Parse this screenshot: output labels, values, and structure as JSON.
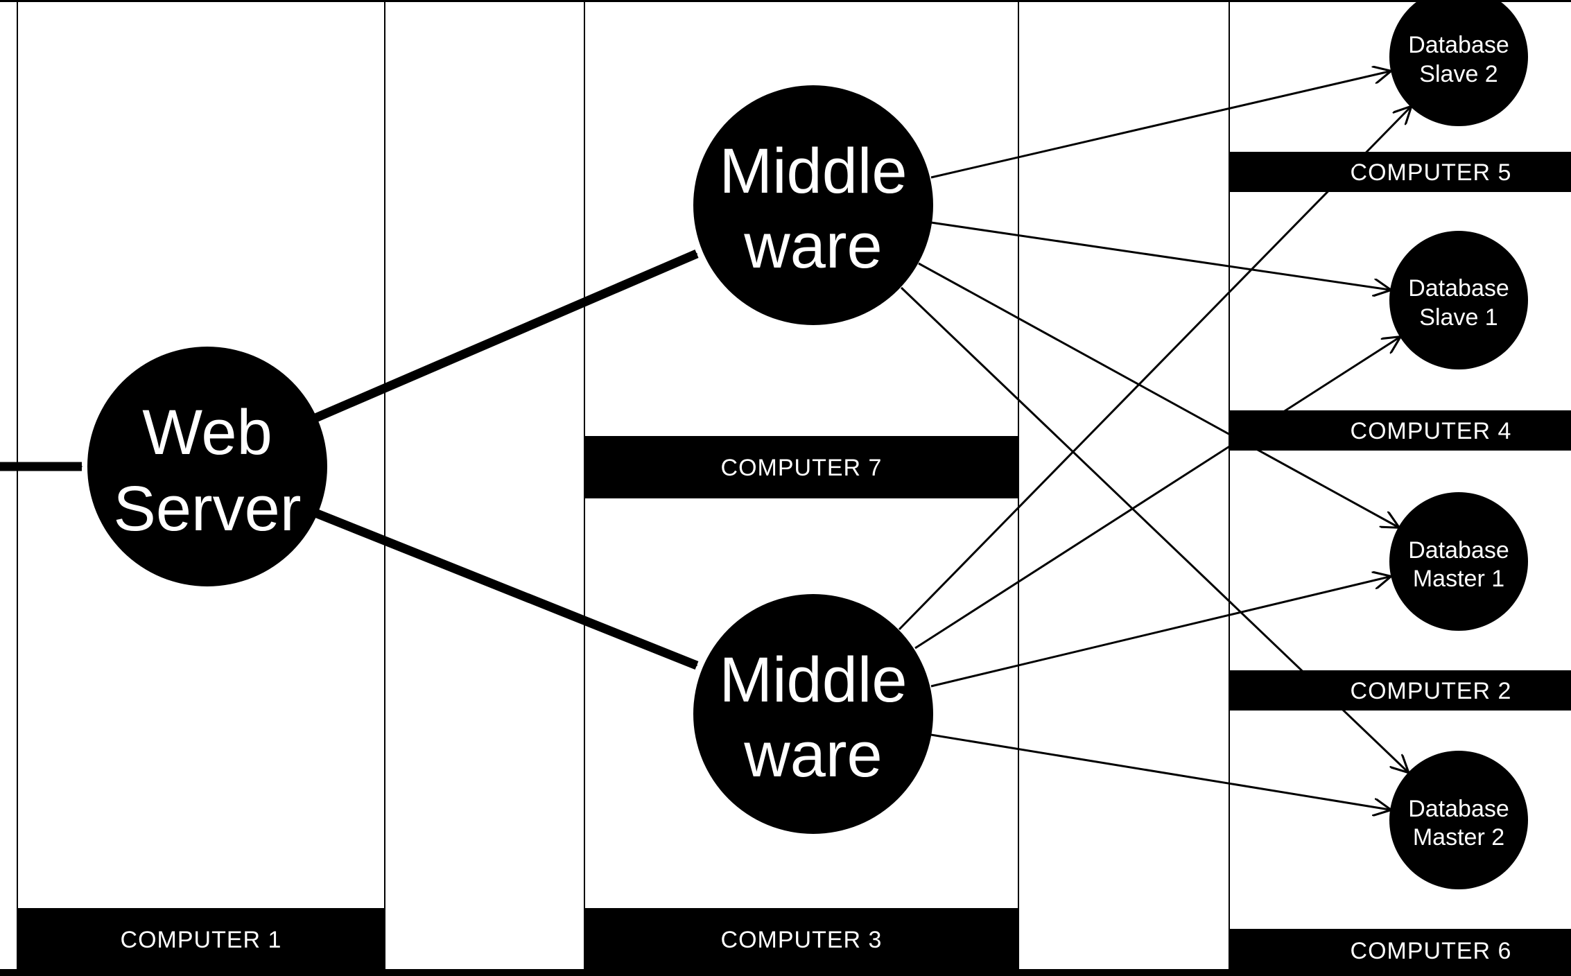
{
  "colors": {
    "background": "#ffffff",
    "ink": "#000000",
    "label": "#ffffff"
  },
  "nodes": {
    "web_server": {
      "lines": [
        "Web",
        "Server"
      ]
    },
    "middleware_top": {
      "lines": [
        "Middle",
        "ware"
      ]
    },
    "middleware_bottom": {
      "lines": [
        "Middle",
        "ware"
      ]
    },
    "db_slave_2": {
      "lines": [
        "Database",
        "Slave 2"
      ]
    },
    "db_slave_1": {
      "lines": [
        "Database",
        "Slave 1"
      ]
    },
    "db_master_1": {
      "lines": [
        "Database",
        "Master 1"
      ]
    },
    "db_master_2": {
      "lines": [
        "Database",
        "Master 2"
      ]
    }
  },
  "computers": {
    "c1": "COMPUTER 1",
    "c2": "COMPUTER 2",
    "c3": "COMPUTER 3",
    "c4": "COMPUTER 4",
    "c5": "COMPUTER 5",
    "c6": "COMPUTER 6",
    "c7": "COMPUTER 7"
  },
  "edges": [
    {
      "from": "incoming",
      "to": "web_server",
      "weight": "heavy"
    },
    {
      "from": "web_server",
      "to": "middleware_top",
      "weight": "heavy"
    },
    {
      "from": "web_server",
      "to": "middleware_bottom",
      "weight": "heavy"
    },
    {
      "from": "middleware_top",
      "to": "db_slave_2",
      "weight": "light"
    },
    {
      "from": "middleware_top",
      "to": "db_slave_1",
      "weight": "light"
    },
    {
      "from": "middleware_top",
      "to": "db_master_1",
      "weight": "light"
    },
    {
      "from": "middleware_top",
      "to": "db_master_2",
      "weight": "light"
    },
    {
      "from": "middleware_bottom",
      "to": "db_slave_2",
      "weight": "light"
    },
    {
      "from": "middleware_bottom",
      "to": "db_slave_1",
      "weight": "light"
    },
    {
      "from": "middleware_bottom",
      "to": "db_master_1",
      "weight": "light"
    },
    {
      "from": "middleware_bottom",
      "to": "db_master_2",
      "weight": "light"
    }
  ]
}
